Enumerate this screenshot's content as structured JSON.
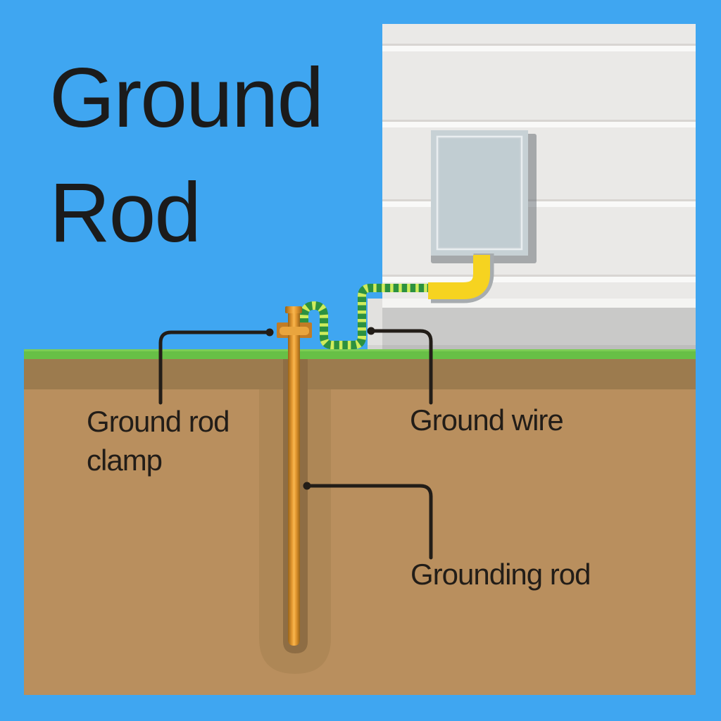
{
  "title": {
    "line1": "Ground",
    "line2": "Rod"
  },
  "labels": {
    "clamp": {
      "line1": "Ground rod",
      "line2": "clamp"
    },
    "wire": {
      "text": "Ground wire"
    },
    "rod": {
      "text": "Grounding rod"
    }
  },
  "colors": {
    "sky": "#3FA6F1",
    "wall": "#EAE9E7",
    "wall_groove_shadow": "#D8D5D2",
    "wall_groove_white": "#F9F9F8",
    "wall_trim": "#F4F4F2",
    "foundation_step": "#E2E1DF",
    "foundation": "#C9C9C8",
    "foundation_shade": "rgba(0,0,0,0.06)",
    "panel_shadow": "rgba(95,104,110,0.5)",
    "panel_frame": "#C7D1D5",
    "panel_face": "#C1CDD2",
    "panel_highlight": "#E9EEF0",
    "grass_light": "#7CCD55",
    "grass": "#67C046",
    "topsoil": "#9C7B4E",
    "soil": "#B98F5E",
    "halo_outer": "#AE8756",
    "halo_inner": "#8E6D44",
    "rod_dark": "#9A6417",
    "rod_mid": "#E89C33",
    "rod_light": "#F7B750",
    "clamp_body": "#C17C26",
    "clamp_bar": "#E9A53E",
    "wire_green": "#2C9140",
    "wire_stripe": "#CFEC5C",
    "conduit_yellow": "#F6D320",
    "conduit_gray": "#A7ACAF",
    "leader": "#221D18",
    "label_text": "#221D18",
    "title_text": "#1B1B1B"
  }
}
